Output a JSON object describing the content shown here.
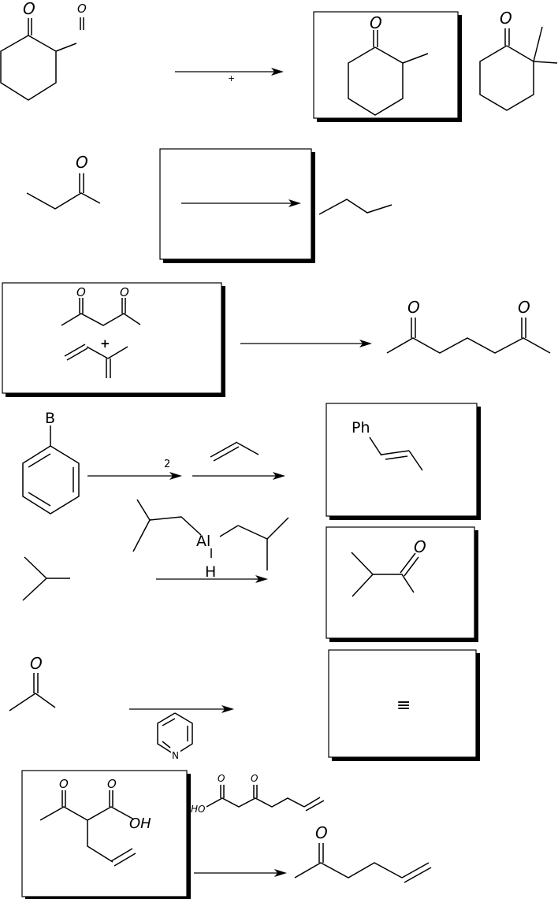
{
  "colors": {
    "ink": "#000000",
    "background": "#ffffff"
  },
  "labels": {
    "r1_ketone_O": "O",
    "r1_ald_O": "O",
    "r1_plus": "+",
    "r1_prod1_O": "O",
    "r1_prod2_O": "O",
    "r2_O": "O",
    "r3_O1": "O",
    "r3_O2": "O",
    "r3_plus": "+",
    "r3_prod_O1": "O",
    "r3_prod_O2": "O",
    "r4_B": "B",
    "r4_coeff": "2",
    "r4_Ph": "Ph",
    "r5_Al": "Al",
    "r5_H": "H",
    "r5_prod_O": "O",
    "r6_O": "O",
    "r6_N": "N",
    "r6_product": "≡",
    "r7_O1": "O",
    "r7_O2": "O",
    "r7_OH": "OH",
    "r7_side_HO": "HO",
    "r7_side_O1": "O",
    "r7_side_O2": "O",
    "r7_prod_O": "O"
  }
}
